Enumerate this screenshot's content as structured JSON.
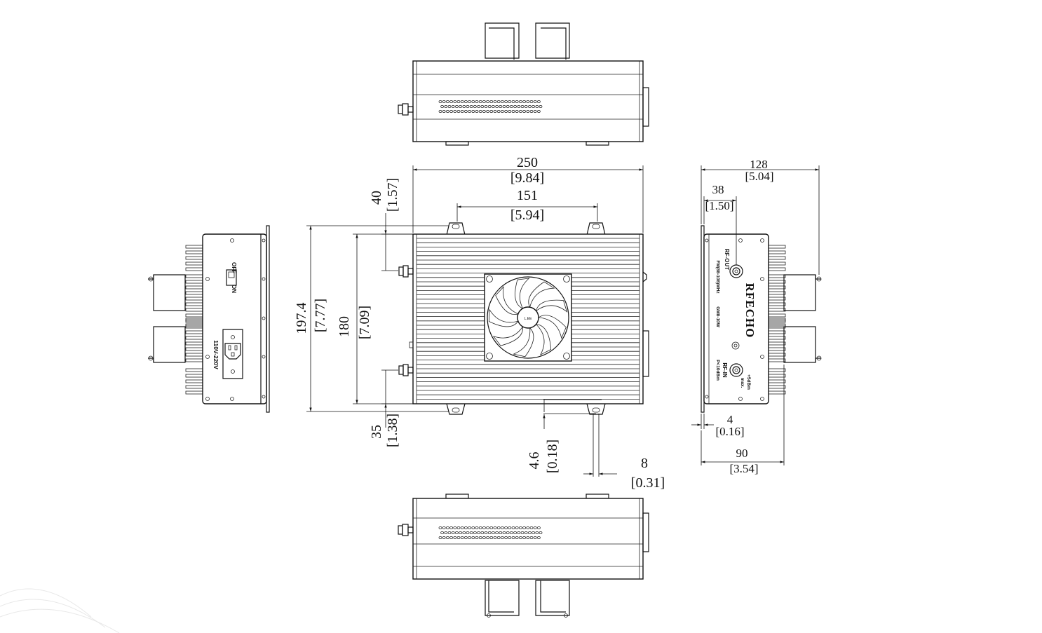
{
  "dimensions": {
    "overall_length": {
      "mm": "250",
      "in": "[9.84]"
    },
    "mount_spacing": {
      "mm": "151",
      "in": "[5.94]"
    },
    "top_connector_offset": {
      "mm": "40",
      "in": "[1.57]"
    },
    "bottom_connector_offset": {
      "mm": "35",
      "in": "[1.38]"
    },
    "overall_height": {
      "mm": "197.4",
      "in": "[7.77]"
    },
    "body_height": {
      "mm": "180",
      "in": "[7.09]"
    },
    "flange_thickness": {
      "mm": "4.6",
      "in": "[0.18]"
    },
    "slot_width": {
      "mm": "8",
      "in": "[0.31]"
    },
    "overall_depth": {
      "mm": "128",
      "in": "[5.04]"
    },
    "connector_depth": {
      "mm": "38",
      "in": "[1.50]"
    },
    "panel_thickness": {
      "mm": "4",
      "in": "[0.16]"
    },
    "body_depth": {
      "mm": "90",
      "in": "[3.54]"
    }
  },
  "left_panel": {
    "switch_on": "ON",
    "switch_off": "OFF",
    "voltage": "110V-220V"
  },
  "right_panel": {
    "brand": "RFECHO",
    "rf_out": "RF-OUT",
    "rf_out_freq": "FM(88-108)MHz",
    "model": "GM8-10W",
    "rf_in": "RF-IN",
    "rf_in_power": "P<10dBm",
    "max_power": "+5dBm",
    "max_label": "max."
  },
  "fan_label": "L.EE"
}
